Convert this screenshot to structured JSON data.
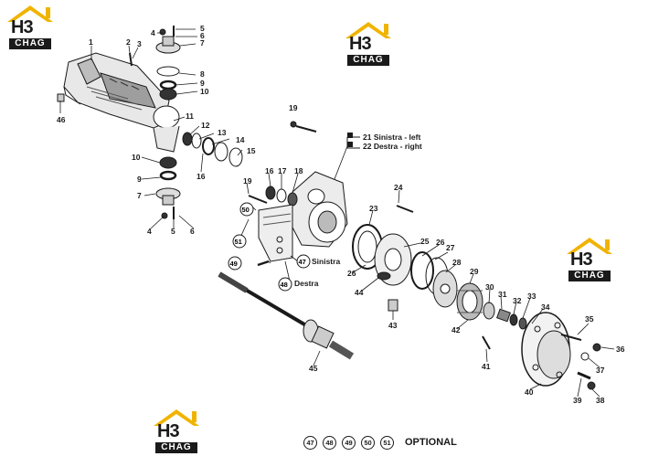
{
  "logo": {
    "top": "H3",
    "bottom": "CHAG",
    "roof_color": "#f0b400"
  },
  "callouts": [
    {
      "id": "c1",
      "text": "1"
    },
    {
      "id": "c2",
      "text": "2"
    },
    {
      "id": "c3",
      "text": "3"
    },
    {
      "id": "c4",
      "text": "4"
    },
    {
      "id": "c5",
      "text": "5"
    },
    {
      "id": "c6",
      "text": "6"
    },
    {
      "id": "c7",
      "text": "7"
    },
    {
      "id": "c8",
      "text": "8"
    },
    {
      "id": "c9",
      "text": "9"
    },
    {
      "id": "c10",
      "text": "10"
    },
    {
      "id": "c46",
      "text": "46"
    },
    {
      "id": "c11",
      "text": "11"
    },
    {
      "id": "c12",
      "text": "12"
    },
    {
      "id": "c13",
      "text": "13"
    },
    {
      "id": "c14",
      "text": "14"
    },
    {
      "id": "c15",
      "text": "15"
    },
    {
      "id": "c16",
      "text": "16"
    },
    {
      "id": "c10b",
      "text": "10"
    },
    {
      "id": "c9b",
      "text": "9"
    },
    {
      "id": "c7b",
      "text": "7"
    },
    {
      "id": "c4b",
      "text": "4"
    },
    {
      "id": "c5b",
      "text": "5"
    },
    {
      "id": "c6b",
      "text": "6"
    },
    {
      "id": "c19",
      "text": "19"
    },
    {
      "id": "c16b",
      "text": "16"
    },
    {
      "id": "c17",
      "text": "17"
    },
    {
      "id": "c18",
      "text": "18"
    },
    {
      "id": "c19b",
      "text": "19"
    },
    {
      "id": "c24",
      "text": "24"
    },
    {
      "id": "c23",
      "text": "23"
    },
    {
      "id": "c25",
      "text": "25"
    },
    {
      "id": "c26",
      "text": "26"
    },
    {
      "id": "c27",
      "text": "27"
    },
    {
      "id": "c26b",
      "text": "26"
    },
    {
      "id": "c28",
      "text": "28"
    },
    {
      "id": "c29",
      "text": "29"
    },
    {
      "id": "c44",
      "text": "44"
    },
    {
      "id": "c30",
      "text": "30"
    },
    {
      "id": "c31",
      "text": "31"
    },
    {
      "id": "c32",
      "text": "32"
    },
    {
      "id": "c33",
      "text": "33"
    },
    {
      "id": "c34",
      "text": "34"
    },
    {
      "id": "c43",
      "text": "43"
    },
    {
      "id": "c42",
      "text": "42"
    },
    {
      "id": "c35",
      "text": "35"
    },
    {
      "id": "c36",
      "text": "36"
    },
    {
      "id": "c37",
      "text": "37"
    },
    {
      "id": "c41",
      "text": "41"
    },
    {
      "id": "c40",
      "text": "40"
    },
    {
      "id": "c39",
      "text": "39"
    },
    {
      "id": "c38",
      "text": "38"
    },
    {
      "id": "c45",
      "text": "45"
    },
    {
      "id": "c51",
      "text": "51"
    },
    {
      "id": "c49",
      "text": "49"
    }
  ],
  "circled": [
    {
      "id": "o50",
      "text": "50"
    },
    {
      "id": "o51",
      "text": "51"
    },
    {
      "id": "o47",
      "text": "47"
    },
    {
      "id": "o49",
      "text": "49"
    },
    {
      "id": "o48",
      "text": "48"
    }
  ],
  "labels": {
    "sinistra_left": "21 Sinistra  -  left",
    "destra_right": "22 Destra  -  right",
    "sinistra": "Sinistra",
    "destra": "Destra"
  },
  "optional": {
    "numbers": [
      "47",
      "48",
      "49",
      "50",
      "51"
    ],
    "text": "OPTIONAL"
  }
}
